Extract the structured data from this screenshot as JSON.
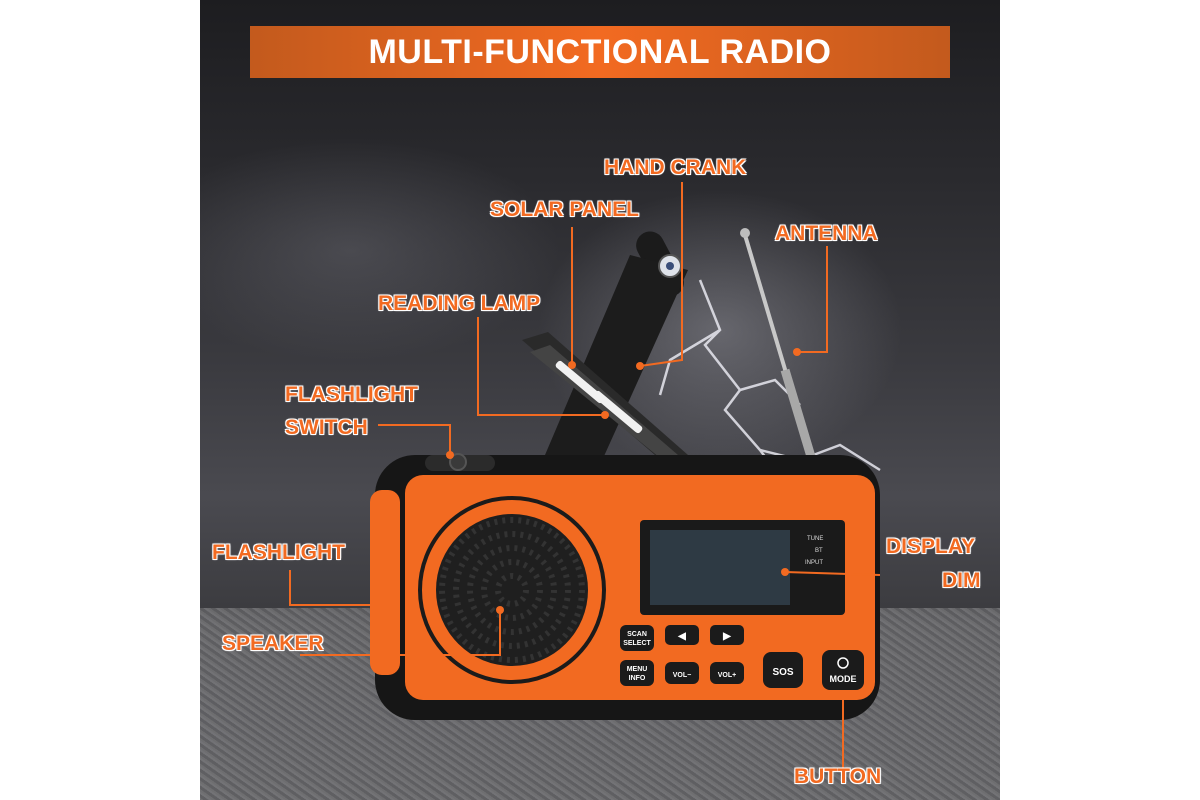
{
  "title": "MULTI-FUNCTIONAL RADIO",
  "callouts": {
    "hand_crank": "HAND CRANK",
    "solar_panel": "SOLAR PANEL",
    "antenna": "ANTENNA",
    "reading_lamp": "READING LAMP",
    "flashlight_switch_1": "FLASHLIGHT",
    "flashlight_switch_2": "SWITCH",
    "flashlight": "FLASHLIGHT",
    "speaker": "SPEAKER",
    "display": "DISPLAY",
    "dim": "DIM",
    "button": "BUTTON"
  },
  "device": {
    "display_labels": [
      "TUNE",
      "BT",
      "INPUT"
    ],
    "btn_scan_1": "SCAN",
    "btn_scan_2": "SELECT",
    "btn_menu_1": "MENU",
    "btn_menu_2": "INFO",
    "btn_vol_minus": "VOL−",
    "btn_vol_plus": "VOL+",
    "btn_sos": "SOS",
    "btn_mode": "MODE",
    "btn_left": "◀",
    "btn_right": "▶"
  },
  "colors": {
    "accent": "#f26a21",
    "body_orange": "#f26a21",
    "body_black": "#1a1a1a",
    "screen": "#2e3a44"
  }
}
